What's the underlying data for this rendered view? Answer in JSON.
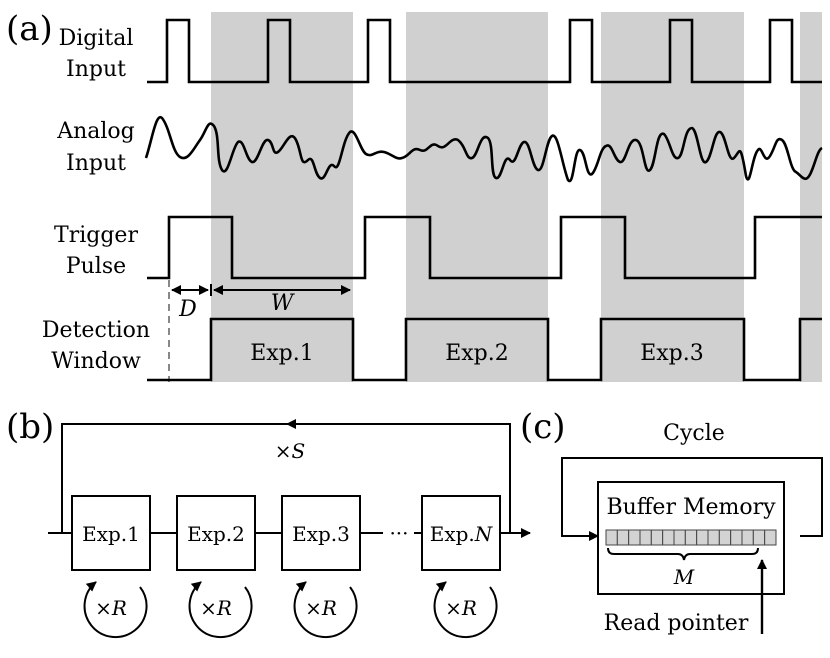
{
  "panel_a": {
    "tag": "(a)",
    "rows": {
      "digital_input": [
        "Digital",
        "Input"
      ],
      "analog_input": [
        "Analog",
        "Input"
      ],
      "trigger_pulse": [
        "Trigger",
        "Pulse"
      ],
      "detection_window": [
        "Detection",
        "Window"
      ]
    },
    "delay_label": "D",
    "width_label": "W",
    "windows": [
      "Exp.1",
      "Exp.2",
      "Exp.3"
    ]
  },
  "panel_b": {
    "tag": "(b)",
    "loop_prefix": "×",
    "loop_symbol": "S",
    "experiments": [
      {
        "prefix": "Exp.",
        "suffix": "1",
        "italic": false
      },
      {
        "prefix": "Exp.",
        "suffix": "2",
        "italic": false
      },
      {
        "prefix": "Exp.",
        "suffix": "3",
        "italic": false
      },
      {
        "prefix": "Exp.",
        "suffix": "N",
        "italic": true
      }
    ],
    "ellipsis": "···",
    "repeat_prefix": "×",
    "repeat_symbol": "R"
  },
  "panel_c": {
    "tag": "(c)",
    "cycle_label": "Cycle",
    "buffer_title": "Buffer Memory",
    "size_label": "M",
    "pointer_label": "Read pointer",
    "cell_count": 15
  }
}
